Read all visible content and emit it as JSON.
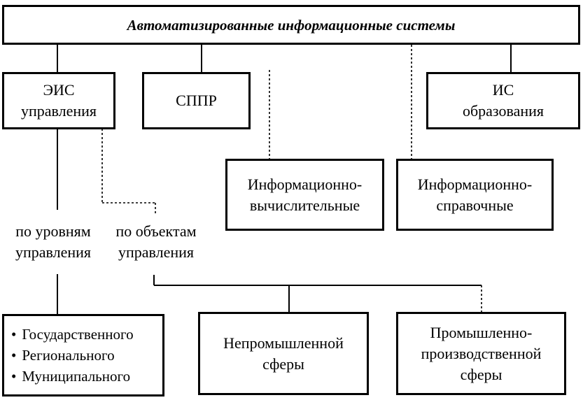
{
  "title": "Автоматизированные информационные системы",
  "boxes": {
    "eis": "ЭИС\nуправления",
    "sppr": "СППР",
    "is_edu": "ИС\nобразования",
    "info_comp": "Информационно-\nвычислительные",
    "info_ref": "Информационно-\nсправочные",
    "nonindustrial": "Непромышленной\nсферы",
    "industrial": "Промышленно-\nпроизводственной\nсферы"
  },
  "labels": {
    "by_levels": "по уровням\nуправления",
    "by_objects": "по объектам\nуправления"
  },
  "levels_list": [
    "Государственного",
    "Регионального",
    "Муниципального"
  ]
}
